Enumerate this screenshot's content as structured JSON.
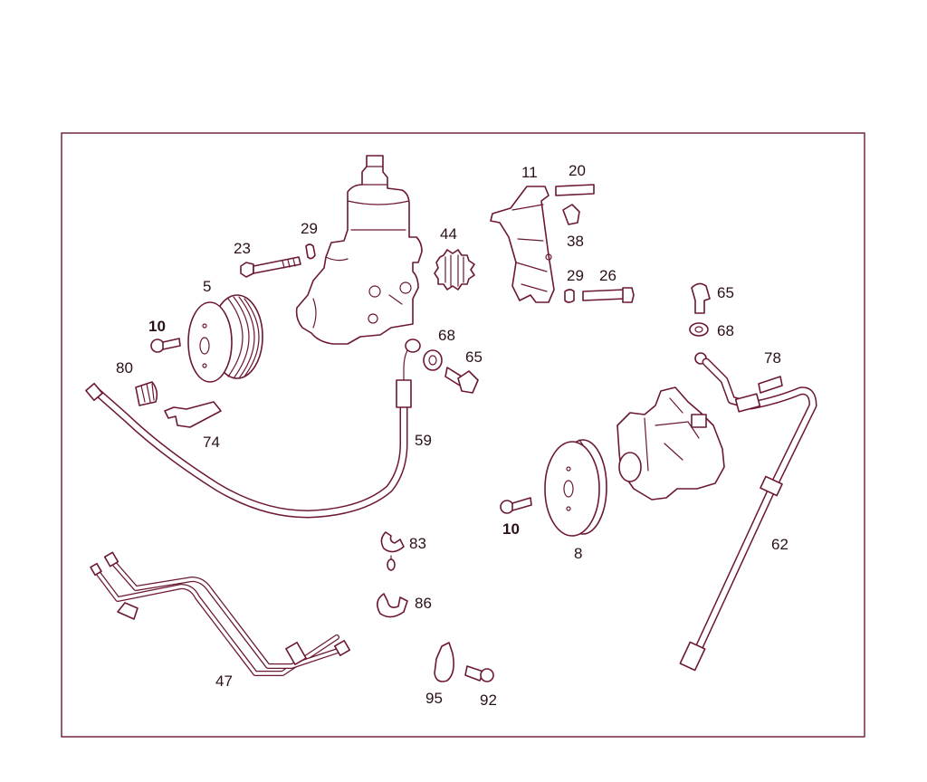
{
  "colors": {
    "line": "#6b1830",
    "text": "#2a1018",
    "frame": "#6b1830",
    "background": "#ffffff"
  },
  "callouts": {
    "c5": "5",
    "c8": "8",
    "c10a": "10",
    "c10b": "10",
    "c11": "11",
    "c20": "20",
    "c23": "23",
    "c26": "26",
    "c29a": "29",
    "c29b": "29",
    "c38": "38",
    "c44": "44",
    "c47": "47",
    "c59": "59",
    "c62": "62",
    "c65a": "65",
    "c65b": "65",
    "c68a": "68",
    "c68b": "68",
    "c74": "74",
    "c78": "78",
    "c80": "80",
    "c83": "83",
    "c86": "86",
    "c92": "92",
    "c95": "95"
  }
}
